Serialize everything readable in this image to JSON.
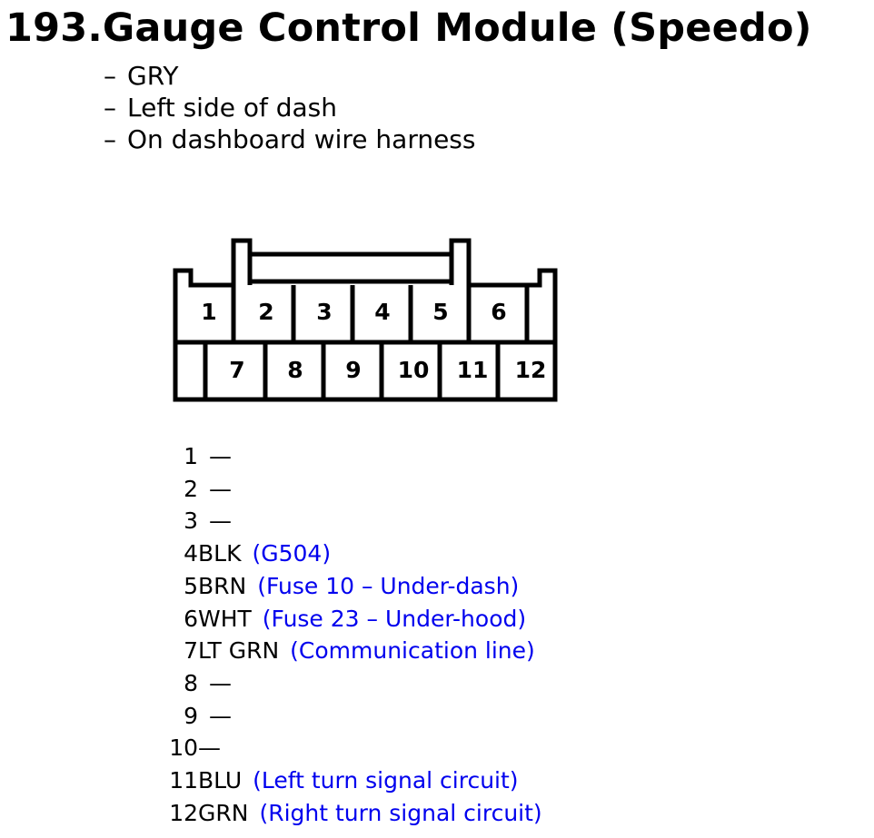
{
  "connector": {
    "title": "193.Gauge Control Module (Speedo)",
    "info_lines": [
      {
        "dash": "–",
        "text": "GRY"
      },
      {
        "dash": "–",
        "text": "Left side of dash"
      },
      {
        "dash": "–",
        "text": "On dashboard wire harness"
      }
    ],
    "top_row_cavities": [
      "1",
      "2",
      "3",
      "4",
      "5",
      "6"
    ],
    "bottom_row_cavities": [
      "7",
      "8",
      "9",
      "10",
      "11",
      "12"
    ]
  },
  "pins": [
    {
      "num": "1",
      "color": "",
      "note": "",
      "empty": "—"
    },
    {
      "num": "2",
      "color": "",
      "note": "",
      "empty": "—"
    },
    {
      "num": "3",
      "color": "",
      "note": "",
      "empty": "—"
    },
    {
      "num": "4",
      "color": "BLK",
      "note": "(G504)",
      "empty": ""
    },
    {
      "num": "5",
      "color": "BRN",
      "note": "(Fuse 10 – Under-dash)",
      "empty": ""
    },
    {
      "num": "6",
      "color": "WHT",
      "note": "(Fuse 23 – Under-hood)",
      "empty": ""
    },
    {
      "num": "7",
      "color": "LT GRN",
      "note": "(Communication line)",
      "empty": ""
    },
    {
      "num": "8",
      "color": "",
      "note": "",
      "empty": "—"
    },
    {
      "num": "9",
      "color": "",
      "note": "",
      "empty": "—"
    },
    {
      "num": "10",
      "color": "",
      "note": "",
      "empty": "—"
    },
    {
      "num": "11",
      "color": "BLU",
      "note": "(Left turn signal circuit)",
      "empty": ""
    },
    {
      "num": "12",
      "color": "GRN",
      "note": "(Right turn signal circuit)",
      "empty": ""
    }
  ],
  "colors": {
    "text": "#000000",
    "note": "#0000ee",
    "line": "#000000"
  }
}
